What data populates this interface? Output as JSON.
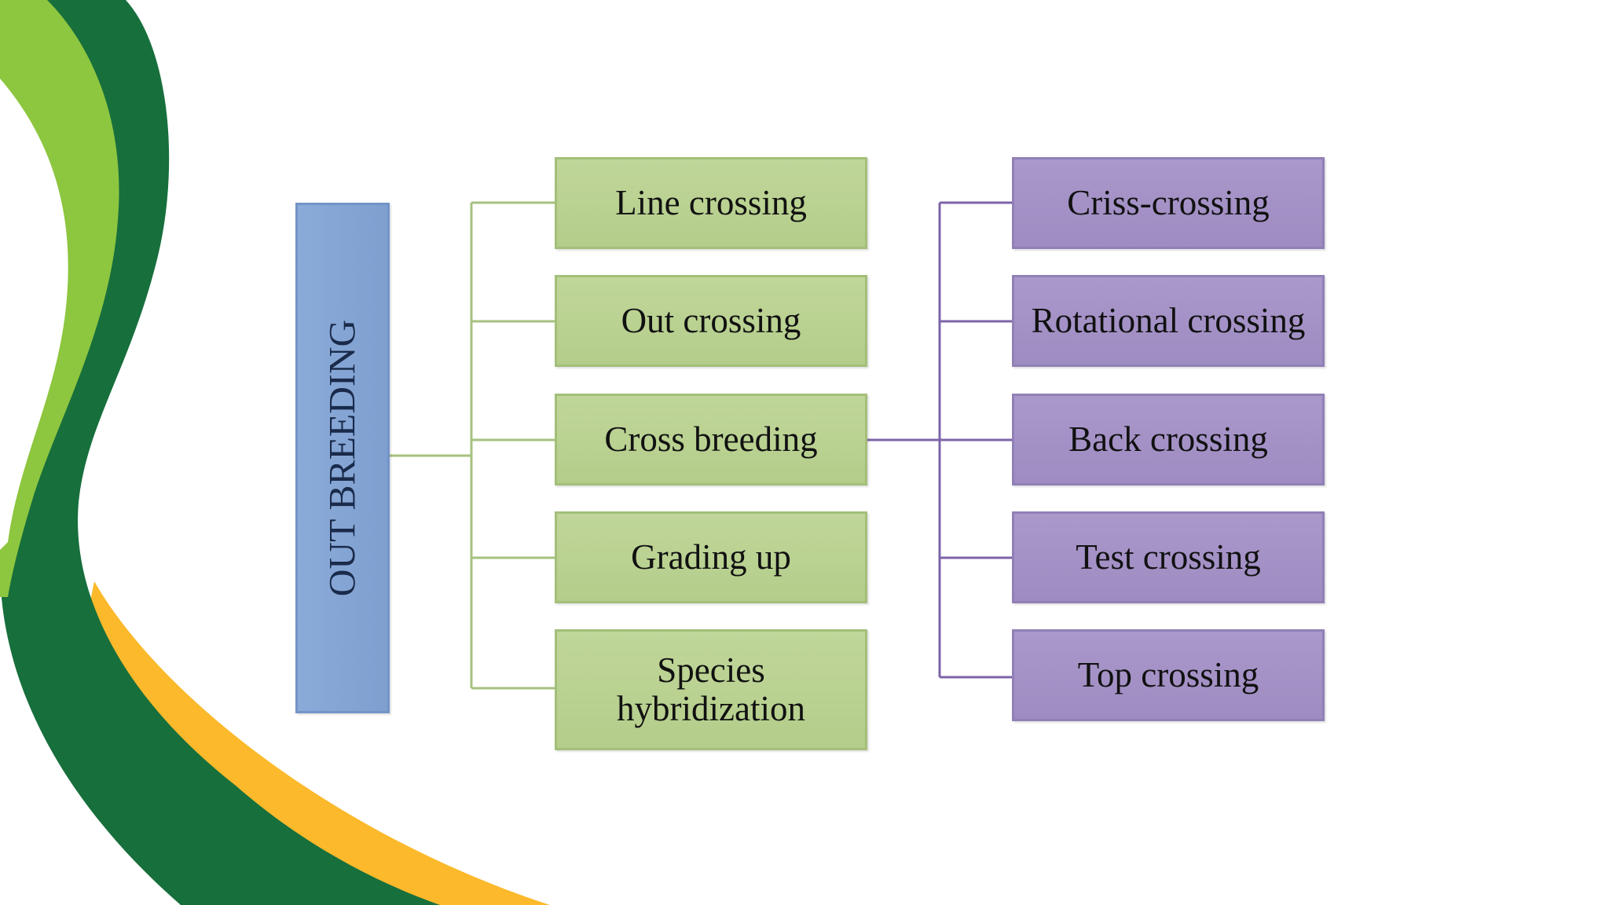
{
  "diagram": {
    "root": {
      "label": "OUT BREEDING",
      "color": "#85a6d6"
    },
    "level1": {
      "color": "#b8d08f",
      "items": [
        {
          "label": "Line crossing"
        },
        {
          "label": "Out crossing"
        },
        {
          "label": "Cross breeding"
        },
        {
          "label": "Grading up"
        },
        {
          "label": "Species hybridization"
        }
      ]
    },
    "level2": {
      "parent": "Cross breeding",
      "color": "#a492c6",
      "items": [
        {
          "label": "Criss-crossing"
        },
        {
          "label": "Rotational crossing"
        },
        {
          "label": "Back crossing"
        },
        {
          "label": "Test crossing"
        },
        {
          "label": "Top crossing"
        }
      ]
    },
    "decor_colors": {
      "dark_green": "#176f3c",
      "light_green": "#8dc63f",
      "yellow": "#fbb92b"
    }
  }
}
